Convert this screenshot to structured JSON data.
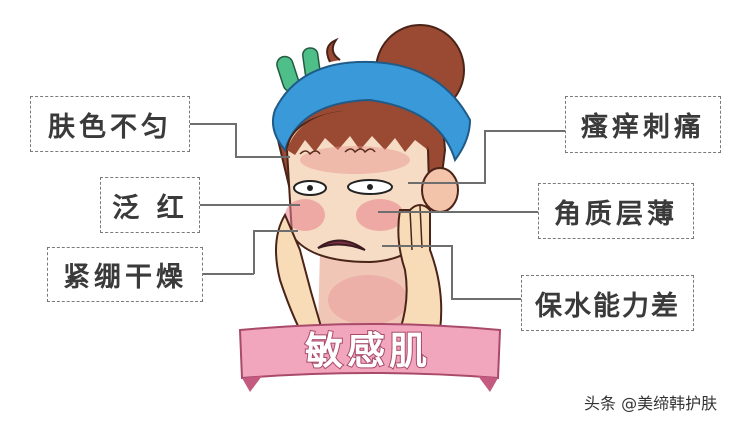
{
  "title": "敏感肌",
  "labels": {
    "left": [
      {
        "text": "肤色不匀"
      },
      {
        "text": "泛 红"
      },
      {
        "text": "紧绷干燥"
      }
    ],
    "right": [
      {
        "text": "瘙痒刺痛"
      },
      {
        "text": "角质层薄"
      },
      {
        "text": "保水能力差"
      }
    ]
  },
  "watermark": "头条 @美缔韩护肤",
  "colors": {
    "headband": "#3a9ad9",
    "hair": "#9a4a32",
    "skin": "#f6dcc4",
    "blush": "#e8908f",
    "cactus": "#4fbf8a",
    "banner": "#f2a6be",
    "banner_outline": "#a94a6a",
    "label_border": "#7a7a7a",
    "connector": "#6e6e6e"
  }
}
